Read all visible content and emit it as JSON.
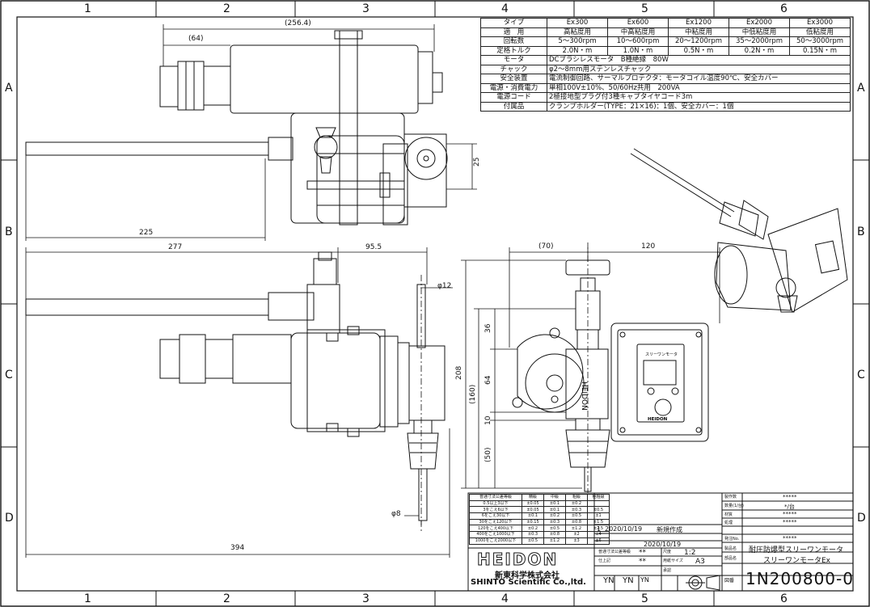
{
  "zones": {
    "cols": [
      "1",
      "2",
      "3",
      "4",
      "5",
      "6"
    ],
    "rows": [
      "A",
      "B",
      "C",
      "D"
    ]
  },
  "spec": {
    "header": [
      "タイプ",
      "Ex300",
      "Ex600",
      "Ex1200",
      "Ex2000",
      "Ex3000"
    ],
    "rows": [
      {
        "label": "適　用",
        "values": [
          "高粘度用",
          "中高粘度用",
          "中粘度用",
          "中低粘度用",
          "低粘度用"
        ]
      },
      {
        "label": "回転数",
        "values": [
          "5～300rpm",
          "10～600rpm",
          "20～1200rpm",
          "35～2000rpm",
          "50～3000rpm"
        ]
      },
      {
        "label": "定格トルク",
        "values": [
          "2.0N・m",
          "1.0N・m",
          "0.5N・m",
          "0.2N・m",
          "0.15N・m"
        ]
      }
    ],
    "wide_rows": [
      {
        "label": "モータ",
        "value": "DCブラシレスモータ　B種絶縁　80W"
      },
      {
        "label": "チャック",
        "value": "φ2～8mm用ステンレスチャック"
      },
      {
        "label": "安全装置",
        "value": "電流制御回路、サーマルプロテクタ：モータコイル温度90℃、安全カバー"
      },
      {
        "label": "電源・消費電力",
        "value": "単相100V±10%、50/60Hz共用　200VA"
      },
      {
        "label": "電源コード",
        "value": "2極接地型プラグ付3種キャブタイヤコード3m"
      },
      {
        "label": "付属品",
        "value": "クランプホルダー(TYPE：21×16)：1個、安全カバー：1個"
      }
    ]
  },
  "dims": {
    "d256": "(256.4)",
    "d64": "(64)",
    "d25": "25",
    "d225": "225",
    "d277": "277",
    "d95": "95.5",
    "d12": "φ12",
    "d8": "φ8",
    "d394": "394",
    "d70": "(70)",
    "d120": "120",
    "d208": "208",
    "d160": "(160)",
    "d36": "36",
    "d64b": "64",
    "d10": "10",
    "d50": "(50)"
  },
  "tolerance": {
    "header": [
      "普通寸法公差等級",
      "精級",
      "中級",
      "粗級",
      "極粗級"
    ],
    "rows": [
      [
        "0.5以上3以下",
        "±0.05",
        "±0.1",
        "±0.2",
        ""
      ],
      [
        "3をこえ6以下",
        "±0.05",
        "±0.1",
        "±0.3",
        "±0.5"
      ],
      [
        "6をこえ30以下",
        "±0.1",
        "±0.2",
        "±0.5",
        "±1"
      ],
      [
        "30をこえ120以下",
        "±0.15",
        "±0.3",
        "±0.8",
        "±1.5"
      ],
      [
        "120をこえ400以下",
        "±0.2",
        "±0.5",
        "±1.2",
        "±2.5"
      ],
      [
        "400をこえ1000以下",
        "±0.3",
        "±0.8",
        "±2",
        "±4"
      ],
      [
        "1000をこえ2000以下",
        "±0.5",
        "±1.2",
        "±3",
        "±6"
      ]
    ]
  },
  "title_block": {
    "rev_mark": "1",
    "rev_date": "2020/10/19",
    "rev_text": "新規作成",
    "date": "2020/10/19",
    "scale_label": "尺度",
    "scale": "1:2",
    "general_tol_label": "普通寸法公差等級",
    "general_tol": "**",
    "surface_label": "仕上記",
    "surface": "**",
    "sheet_size_label": "用紙サイズ",
    "sheet_size": "A3",
    "company_logo": "HEIDON",
    "company_jp": "新東科学株式会社",
    "company_en": "SHINTO Scientific Co.,ltd.",
    "sign1": "YN",
    "sign2": "YN",
    "sign3": "YN",
    "approve_label": "承認",
    "fields": [
      {
        "label": "製作数",
        "value": "*****"
      },
      {
        "label": "数量(1/台)",
        "value": "*/台"
      },
      {
        "label": "材質",
        "value": "*****"
      },
      {
        "label": "処理",
        "value": "*****"
      },
      {
        "label": "発注No.",
        "value": "*****"
      }
    ],
    "product_label": "製品名",
    "product": "耐圧防爆型スリーワンモータ",
    "part_label": "部品名",
    "part": "スリーワンモータEx",
    "drawing_no_label": "図番",
    "drawing_no": "1N200800-0"
  },
  "panel_label": "スリーワンモータ",
  "panel_brand": "HEIDON",
  "motor_stamp": "HEIDON"
}
